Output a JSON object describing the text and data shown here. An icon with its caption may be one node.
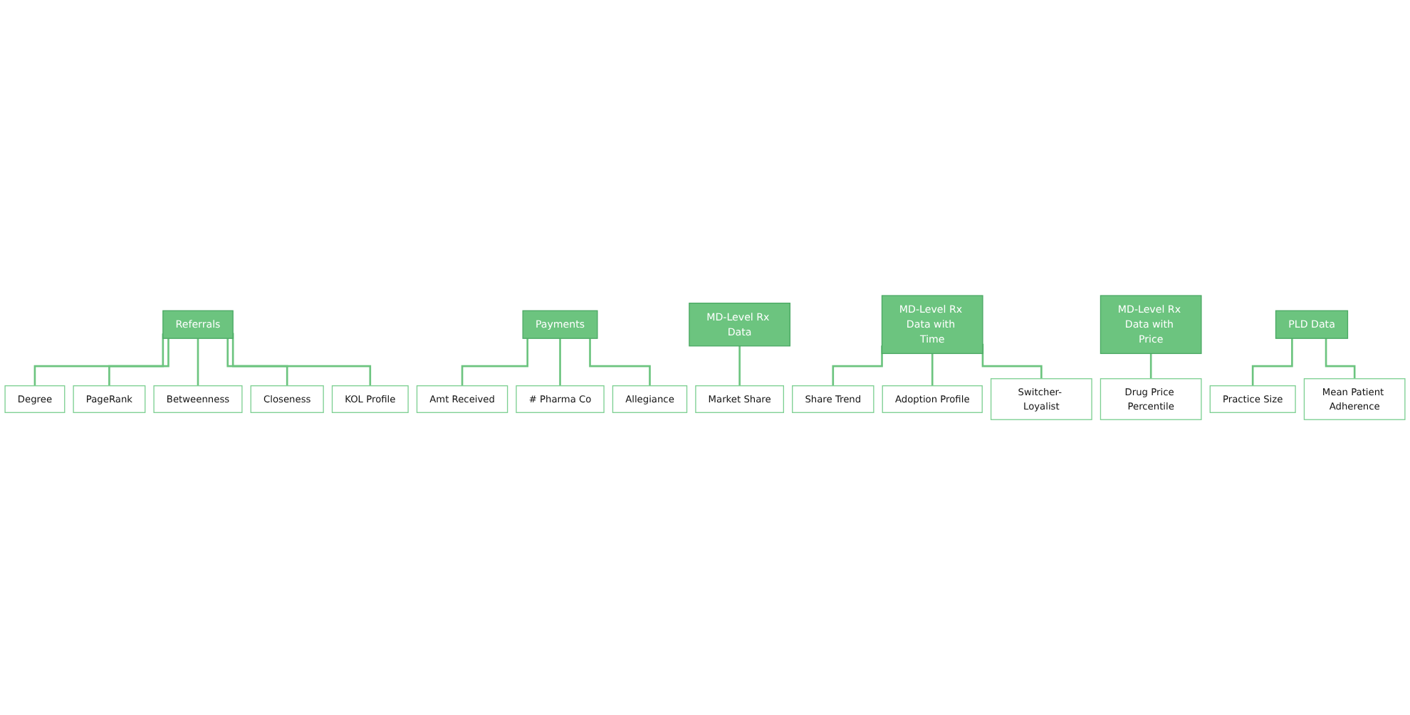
{
  "diagram": {
    "nodes": [
      {
        "text": [
          "Referrals"
        ]
      },
      {
        "text": [
          "Degree"
        ]
      },
      {
        "text": [
          "PageRank"
        ]
      },
      {
        "text": [
          "Betweenness"
        ]
      },
      {
        "text": [
          "Closeness"
        ]
      },
      {
        "text": [
          "KOL Profile"
        ]
      },
      {
        "text": [
          "Payments"
        ]
      },
      {
        "text": [
          "Amt Received"
        ]
      },
      {
        "text": [
          "# Pharma Co"
        ]
      },
      {
        "text": [
          "Allegiance"
        ]
      },
      {
        "text": [
          "MD-Level Rx Data"
        ]
      },
      {
        "text": [
          "Market Share"
        ]
      },
      {
        "text": [
          "MD-Level Rx Data with Time"
        ]
      },
      {
        "text": [
          "Share Trend"
        ]
      },
      {
        "text": [
          "Adoption Profile"
        ]
      },
      {
        "text": [
          "Switcher- Loyalist"
        ]
      },
      {
        "text": [
          "MD-Level Rx Data with Price"
        ]
      },
      {
        "text": [
          "Drug Price Percentile"
        ]
      },
      {
        "text": [
          "PLD Data"
        ]
      },
      {
        "text": [
          "Practice Size"
        ]
      },
      {
        "text": [
          "Mean Patient Adherence"
        ]
      }
    ],
    "edges": [
      {
        "from": 0,
        "to": 1,
        "arrow": "none"
      },
      {
        "from": 0,
        "to": 2,
        "arrow": "none"
      },
      {
        "from": 0,
        "to": 3,
        "arrow": "none"
      },
      {
        "from": 0,
        "to": 4,
        "arrow": "none"
      },
      {
        "from": 0,
        "to": 5,
        "arrow": "none"
      },
      {
        "from": 6,
        "to": 7,
        "arrow": "none"
      },
      {
        "from": 6,
        "to": 8,
        "arrow": "none"
      },
      {
        "from": 6,
        "to": 9,
        "arrow": "none"
      },
      {
        "from": 10,
        "to": 11,
        "arrow": "none"
      },
      {
        "from": 12,
        "to": 13,
        "arrow": "none"
      },
      {
        "from": 12,
        "to": 14,
        "arrow": "none"
      },
      {
        "from": 12,
        "to": 15,
        "arrow": "none"
      },
      {
        "from": 16,
        "to": 17,
        "arrow": "none"
      },
      {
        "from": 18,
        "to": 19,
        "arrow": "none"
      },
      {
        "from": 18,
        "to": 20,
        "arrow": "none"
      }
    ]
  }
}
